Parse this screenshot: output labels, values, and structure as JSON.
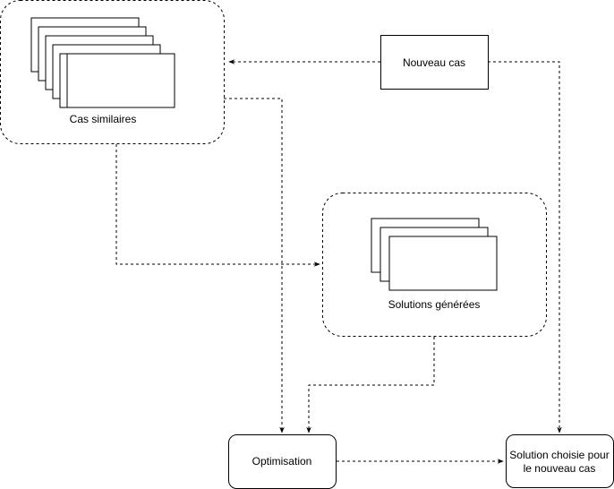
{
  "diagram": {
    "nodes": {
      "nouveau_cas": "Nouveau cas",
      "cas_similaires": "Cas similaires",
      "solutions_generees": "Solutions générées",
      "optimisation": "Optimisation",
      "solution_choisie_line1": "Solution choisie pour",
      "solution_choisie_line2": "le nouveau cas"
    }
  }
}
